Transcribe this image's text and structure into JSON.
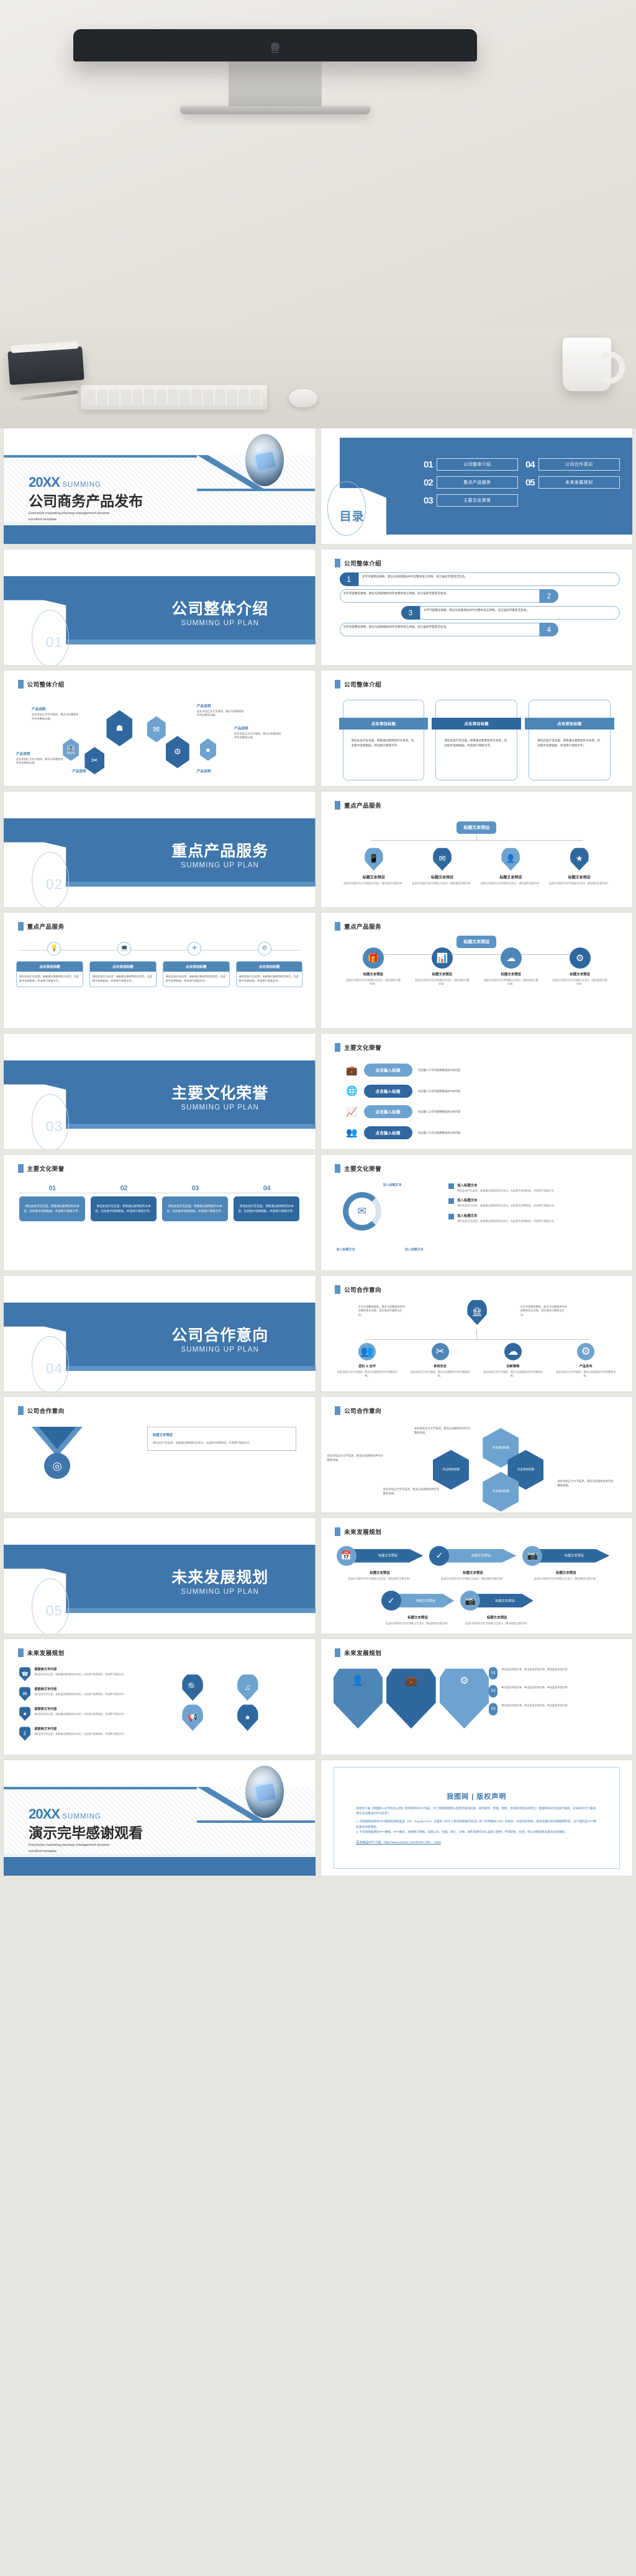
{
  "brand": {
    "accent": "#3f76ab",
    "accent_light": "#6ea3cf",
    "accent_dark": "#2f689e",
    "page_bg": "#e8e6e1"
  },
  "cover": {
    "year": "20XX",
    "summing": "SUMMING",
    "title": "公司商务产品发布",
    "subtitle_line1": "Enterprise marketing planning management dynamic",
    "subtitle_line2": "excellent template"
  },
  "toc": {
    "label": "目录",
    "items": [
      {
        "num": "01",
        "text": "公司整体介绍"
      },
      {
        "num": "04",
        "text": "公司合作意向"
      },
      {
        "num": "02",
        "text": "重点产品服务"
      },
      {
        "num": "05",
        "text": "未来发展规划"
      },
      {
        "num": "03",
        "text": "主要文化荣誉"
      }
    ]
  },
  "sections": [
    {
      "num": "01",
      "title": "公司整体介绍",
      "en": "SUMMING UP PLAN"
    },
    {
      "num": "02",
      "title": "重点产品服务",
      "en": "SUMMING UP PLAN"
    },
    {
      "num": "03",
      "title": "主要文化荣誉",
      "en": "SUMMING UP PLAN"
    },
    {
      "num": "04",
      "title": "公司合作意向",
      "en": "SUMMING UP PLAN"
    },
    {
      "num": "05",
      "title": "未来发展规划",
      "en": "SUMMING UP PLAN"
    }
  ],
  "headers": {
    "s1": "公司整体介绍",
    "s2": "重点产品服务",
    "s3": "主要文化荣誉",
    "s4": "公司合作意向",
    "s5": "未来发展规划"
  },
  "common": {
    "body_text": "文字内容整段替换，建议与标题相关并符合整体语言风格，语言描述尽量简洁生动。",
    "body_text_2": "此处添加正文文字描述，建议与标题相关并符合整体风格。",
    "body_text_3": "请在此处打在这里，或者通过复制您的文本后，在此框中选择粘贴，并选择只保留文字。",
    "body_text_4": "此部分内容作为文字排版占位显示（建议使用主题字体）",
    "body_text_5": "点击输入工作内容摘要描述文本内容",
    "body_text_6": "单击此处添加文本，单击此处添加文本，单击此处添加文本"
  },
  "labels": {
    "product": "产品说明",
    "title_preset": "标题文本预设",
    "click_add_title": "点击添加标题",
    "click_input_title": "点击输入标题",
    "placeholder_text": "请替换文字内容"
  },
  "zigzag": {
    "nums": [
      "1",
      "2",
      "3",
      "4"
    ]
  },
  "cards3": [
    {
      "cap": "点击添加标题"
    },
    {
      "cap": "点击添加标题"
    },
    {
      "cap": "点击添加标题"
    }
  ],
  "tree": {
    "top": "标题文本预设",
    "nodes": [
      {
        "icon": "mobile-icon",
        "label": "标题文本预设"
      },
      {
        "icon": "mail-icon",
        "label": "标题文本预设"
      },
      {
        "icon": "person-icon",
        "label": "标题文本预设"
      },
      {
        "icon": "star-icon",
        "label": "标题文本预设"
      }
    ]
  },
  "timeline": {
    "cards": [
      "点击添加标题",
      "点击添加标题",
      "点击添加标题",
      "点击添加标题"
    ]
  },
  "circles": {
    "items": [
      "标题文本预设",
      "标题文本预设",
      "标题文本预设",
      "标题文本预设"
    ]
  },
  "honors": {
    "rows": [
      {
        "icon": "briefcase-icon",
        "btn": "点击输入标题"
      },
      {
        "icon": "globe-icon",
        "btn": "点击输入标题"
      },
      {
        "icon": "chart-icon",
        "btn": "点击输入标题"
      },
      {
        "icon": "team-icon",
        "btn": "点击输入标题"
      }
    ]
  },
  "chips": {
    "nums": [
      "01",
      "02",
      "03",
      "04"
    ]
  },
  "donut": {
    "center_icon": "mail-icon",
    "labels": [
      "加入标题文本",
      "加入标题文本",
      "加入标题文本"
    ],
    "list": [
      {
        "title": "加入标题文本"
      },
      {
        "title": "加入标题文本"
      },
      {
        "title": "加入标题文本"
      }
    ]
  },
  "cooperation": {
    "nodes": [
      "团队 & 合作",
      "系统安全",
      "创新策略",
      "产品发布"
    ]
  },
  "hexflow": {
    "items": [
      "点击添加标题",
      "点击添加标题",
      "点击添加标题",
      "点击添加标题"
    ]
  },
  "future": {
    "row1": [
      "标题文本预设",
      "标题文本预设",
      "标题文本预设"
    ],
    "row2": [
      "标题文本预设",
      "标题文本预设"
    ]
  },
  "ending": {
    "year": "20XX",
    "summing": "SUMMING",
    "title": "演示完毕感谢观看",
    "subtitle_line1": "Enterprise marketing planning management dynamic",
    "subtitle_line2": "excellent template"
  },
  "copyright": {
    "heading": "我图网 | 版权声明",
    "para1": "感谢您下载【我图网-VIP专区办公档】提供的原创PPT作品。为了尊重我图网以及原作者的权益，请勿复制、传播、销售，否则将承担法律责任！我图网将对作品进行维权，对未经许可下载或用于非法用途的行为追责！",
    "para2_1": "1. 在我图网站购买PPT模板的受权类型（RF：Royalty-Free）正版受《中华人民共和国著作权法》和《世界版权公约》的保护，作品的所有权、版权和著作权归我图网所有，您下载的是PPT模板素材的使用权。",
    "para2_2": "2. 不得将我图网的PPT模板、PPT素材、本网用于网络、或者公开、出版、转让、分销、发布或者作为礼品进入使用，不得转售、出借、转让本网或者未来的任何版权。",
    "link_label": "更多精品PPT下载：",
    "link_url": "http://www.ooopic.com/home-106----.html"
  }
}
